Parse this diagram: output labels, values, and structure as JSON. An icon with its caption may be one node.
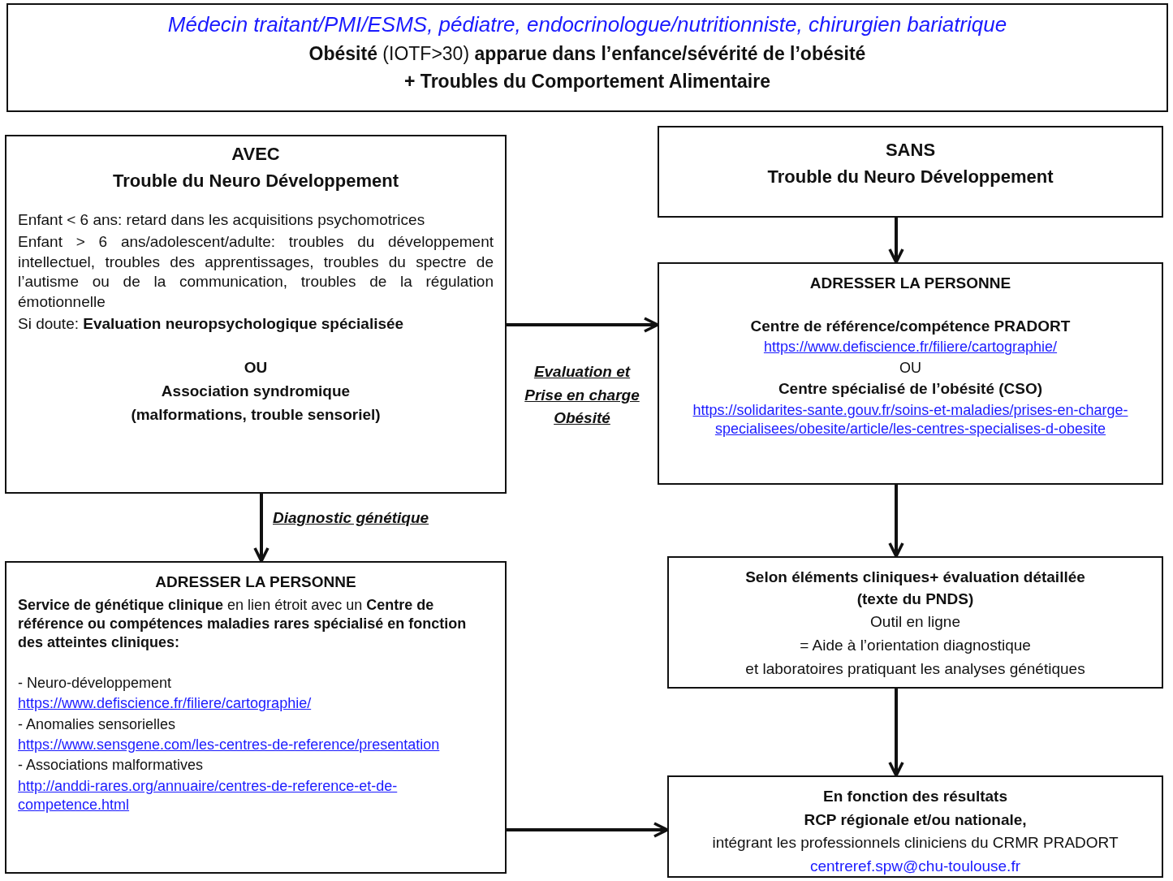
{
  "diagram": {
    "nodes": [
      {
        "text": [
          "Médecin traitant/PMI/ESMS, pédiatre, endocrinologue/nutritionniste, chirurgien bariatrique",
          "**Obésité** (IOTF>30) **apparue dans l’enfance/sévérité de l’obésité**",
          "+ Troubles du Comportement Alimentaire"
        ]
      },
      {
        "text": [
          "AVEC",
          "Trouble du Neuro Développement",
          "Enfant < 6 ans: retard dans les acquisitions psychomotrices",
          "Enfant > 6 ans/adolescent/adulte: troubles du développement intellectuel, troubles des apprentissages, troubles du spectre de l’autisme ou de la communication, troubles de la régulation émotionnelle",
          "Si doute: **Evaluation neuropsychologique spécialisée**",
          "OU",
          "Association syndromique",
          "(malformations, trouble sensoriel)"
        ]
      },
      {
        "text": [
          "SANS",
          "Trouble du Neuro Développement"
        ]
      },
      {
        "text": [
          "ADRESSER LA PERSONNE",
          "Centre de référence/compétence PRADORT",
          "https://www.defiscience.fr/filiere/cartographie/",
          "OU",
          "Centre spécialisé de l’obésité (CSO)",
          "https://solidarites-sante.gouv.fr/soins-et-maladies/prises-en-charge-specialisees/obesite/article/les-centres-specialises-d-obesite"
        ]
      },
      {
        "text": [
          "ADRESSER LA PERSONNE",
          "**Service de génétique clinique** en lien étroit avec un **Centre de référence ou compétences maladies rares spécialisé en fonction des atteintes cliniques:**",
          "- Neuro-développement",
          "https://www.defiscience.fr/filiere/cartographie/",
          "- Anomalies sensorielles",
          "https://www.sensgene.com/les-centres-de-reference/presentation",
          "- Associations malformatives",
          "http://anddi-rares.org/annuaire/centres-de-reference-et-de-competence.html"
        ]
      },
      {
        "text": [
          "Selon éléments cliniques+ évaluation détaillée",
          "(texte du PNDS)",
          "Outil en ligne",
          "= Aide à l’orientation diagnostique",
          "et laboratoires pratiquant les analyses génétiques"
        ]
      },
      {
        "text": [
          "En fonction des résultats",
          "RCP régionale et/ou nationale,",
          "intégrant les professionnels cliniciens du CRMR PRADORT",
          "centreref.spw@chu-toulouse.fr"
        ]
      }
    ],
    "edges": [
      {
        "from": 2,
        "to": 3,
        "arrow": "to"
      },
      {
        "from": 1,
        "to": 3,
        "arrow": "to",
        "label": "Evaluation et Prise en charge Obésité"
      },
      {
        "from": 1,
        "to": 4,
        "arrow": "to",
        "label": "Diagnostic génétique"
      },
      {
        "from": 3,
        "to": 5,
        "arrow": "to"
      },
      {
        "from": 5,
        "to": 6,
        "arrow": "to"
      },
      {
        "from": 4,
        "to": 6,
        "arrow": "to"
      }
    ]
  }
}
